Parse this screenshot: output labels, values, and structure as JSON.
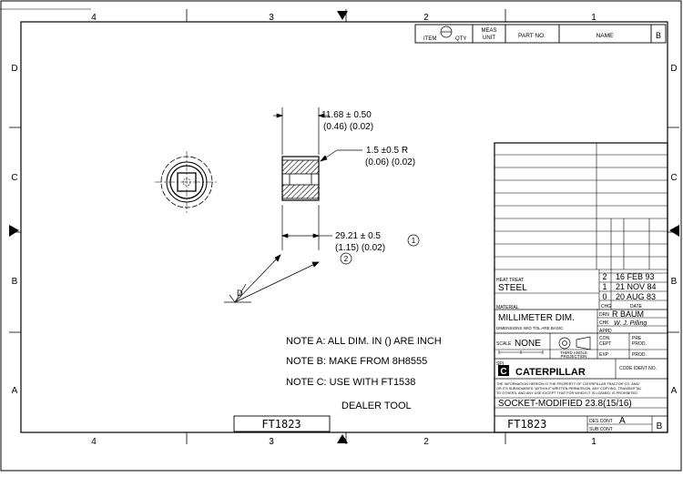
{
  "zones": {
    "top": [
      "4",
      "3",
      "2",
      "1"
    ],
    "bottom": [
      "4",
      "3",
      "2",
      "1"
    ],
    "left": [
      "D",
      "C",
      "B",
      "A"
    ],
    "right": [
      "D",
      "C",
      "B",
      "A"
    ]
  },
  "parts_list": {
    "item_label": "ITEM",
    "qty_label": "QTY",
    "meas_unit_label_1": "MEAS",
    "meas_unit_label_2": "UNIT",
    "part_no_label": "PART NO.",
    "name_label": "NAME",
    "sheet_letter": "B"
  },
  "dimensions": {
    "d1_value": "11.68 ± 0.50",
    "d1_inch": "(0.46) (0.02)",
    "d2_value": "1.5 ±0.5 R",
    "d2_inch": "(0.06) (0.02)",
    "d3_value": "29.21 ± 0.5",
    "d3_inch": "(1.15) (0.02)",
    "d3_note_1": "1",
    "d3_note_2": "2",
    "surface_symbol": "D"
  },
  "notes": {
    "note_a": "NOTE A: ALL DIM. IN () ARE INCH",
    "note_b": "NOTE B: MAKE FROM 8H8555",
    "note_c": "NOTE C: USE WITH FT1538",
    "dealer_tool": "DEALER TOOL"
  },
  "title_block": {
    "heat_treat_label": "HEAT TREAT",
    "material_value": "STEEL",
    "material_label": "MATERIAL",
    "units_value": "MILLIMETER DIM.",
    "units_note": "DIMENSIONS W/O TOL ARE BASIC",
    "revisions": [
      {
        "chg": "2",
        "date": "16 FEB 93"
      },
      {
        "chg": "1",
        "date": "21 NOV 84"
      },
      {
        "chg": "0",
        "date": "20 AUG 83"
      }
    ],
    "chg_label": "CHG",
    "date_label": "DATE",
    "drn_label": "DRN",
    "drn_value": "R BAUM",
    "chk_label": "CHK",
    "chk_value": "W. J. Pilling",
    "appd_label": "APPD",
    "scale_label": "SCALE",
    "scale_value": "NONE",
    "spi_label": "SPI",
    "projection_label_1": "THIRD ANGLE",
    "projection_label_2": "PROJECTION",
    "con_cept_label_1": "CON",
    "con_cept_label_2": "CEPT",
    "pre_prod_label_1": "PRE",
    "pre_prod_label_2": "PROD.",
    "exp_label": "EXP",
    "prod_label": "PROD.",
    "company": "CATERPILLAR",
    "code_ident_label": "CODE IDENT NO.",
    "disclaimer_1": "THE INFORMATION HEREON IS THE PROPERTY OF CATERPILLAR TRACTOR CO. AND/",
    "disclaimer_2": "OR ITS SUBSIDIARIES. WITHOUT WRITTEN PERMISSION, ANY COPYING, TRANSMITTAL",
    "disclaimer_3": "TO OTHERS, AND ANY USE EXCEPT THAT FOR WHICH IT IS LOANED, IS PROHIBITED.",
    "title": "SOCKET-MODIFIED 23.8(15/16)",
    "drawing_number": "FT1823",
    "des_cont_label": "DES CONT",
    "des_cont_value": "A",
    "sub_cont_label": "SUB CONT",
    "sheet_size": "B"
  },
  "drawing_number_box": "FT1823"
}
